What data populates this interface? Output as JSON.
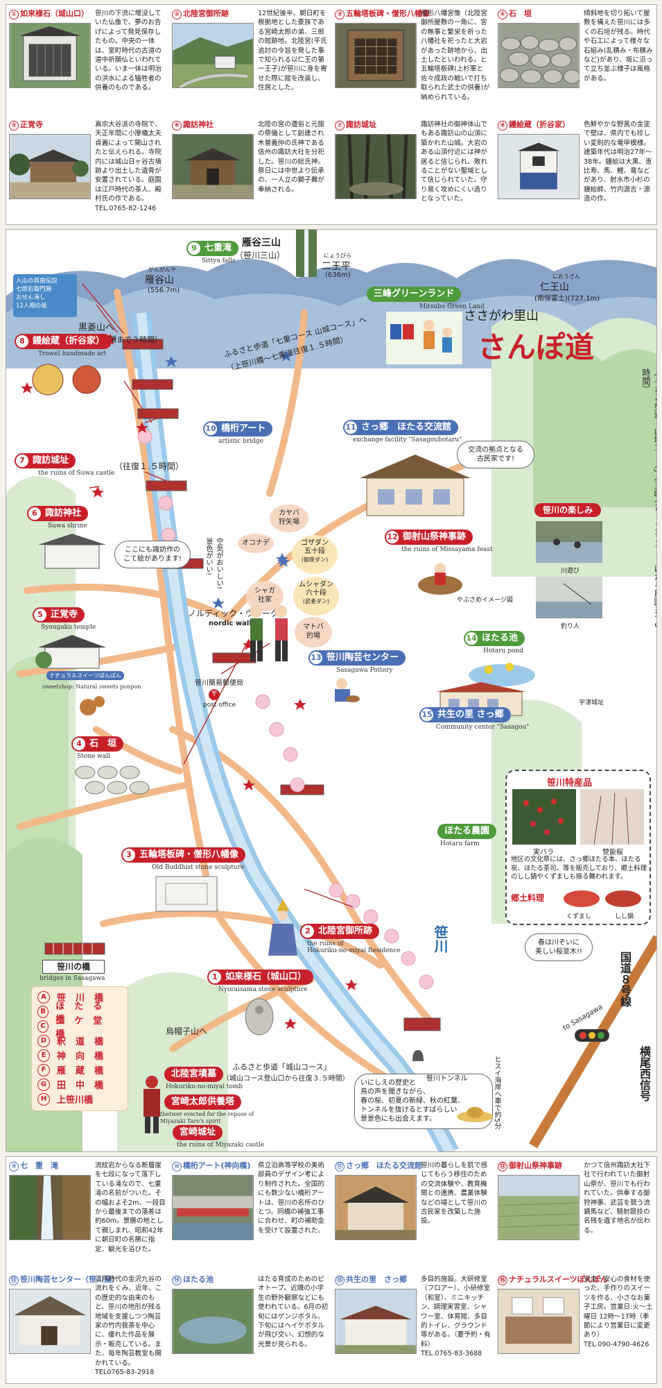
{
  "top_cards": [
    {
      "num": "①",
      "title": "如来様石（城山口）",
      "text": "笹川の下流に埋没していた仏像で、夢のお告げによって発見保存したもの。中央の一体は、室町時代の古道の道中祈願仏といわれている。いま一体は明治の洪水による犠牲者の供養のものである。"
    },
    {
      "num": "②",
      "title": "北陸宮御所跡",
      "text": "12世紀後半、朝日町を根拠地とした豪族である宮崎太郎の弟、三郎の館跡地。北陸宮(平氏追討の令旨を発した事で知られる以仁王の第一王子)が笹川に身を寄せた際に館を改装し、住居とした。"
    },
    {
      "num": "③",
      "title": "五輪塔板碑・僧形八幡像",
      "text": "僧形八幡宮像（北陸宮御所屋敷の一角に、宮の無事と繁栄を祈った八幡社を祀ったと大岩があった跡地から、出土したといわれる。と五輪塔板碑(上杉軍と佐々成政の戦いで打ち取られた武士の供養)が納められている。"
    },
    {
      "num": "④",
      "title": "石　垣",
      "text": "傾斜地を切り拓いて屋敷を構えた笹川には多くの石垣が残る。時代や石工によって様々な石組み(乱積み・布積みなど)があり、坂に沿って立ち並ぶ様子は風格がある。"
    },
    {
      "num": "⑤",
      "title": "正覚寺",
      "text": "真宗大谷派の寺院で、天正年間に小摩橋太夫貞義によって開山されたと伝えられる。寺院内には城山日ヶ谷古墳跡より出土した遺骨が安置されている。庭園は江戸時代の茶人、殿村氏の作である。",
      "tel": "TEL.0765-82-1246"
    },
    {
      "num": "⑥",
      "title": "諏訪神社",
      "text": "北陸の宮の還俗と元服の祭儀として創建され木曽義仲の氏神である信州の諏訪大社を分祀した。笹川の総氏神。祭日には中世より伝承の、一人立の獅子舞が奉納される。"
    },
    {
      "num": "⑦",
      "title": "諏訪城址",
      "text": "諏訪神社の御神体山でもある諏訪山の山頂に築かれた山城。大岩のある山頂付近には神が居ると信じられ、敗れることがない聖域として信じられていた。守り易く攻めにくい造りとなっていた。"
    },
    {
      "num": "⑧",
      "title": "鏝絵蔵（折谷家）",
      "text": "色鮮やかな野菖の金塗で壁は、県内でも珍しい変則的な竜甲模様。建築年代は明治27年～38年。鏝絵は大黒、恵比寿、馬、鯉、竜などがあり、射水市小杉の鏝絵師、竹内源吉・源造の作。"
    }
  ],
  "map": {
    "mountain_range": "雁谷三山",
    "mountain_range_sub": "（笹川三山）",
    "mt_kariya": "雁谷山",
    "mt_kariya_furigana": "がんがんや",
    "mt_kariya_h": "(556.7m)",
    "mt_nio": "二王平",
    "mt_nio_furigana": "にょうびら",
    "mt_nio_h": "(636m)",
    "mt_nioyama": "仁王山",
    "mt_nioyama_furigana": "におうざん",
    "mt_nioyama_h": "(南保富士)(727.1m)",
    "kurobishi": "黒菱山へ",
    "kurobishi_sub": "（上笹川橋から山頂まで３時間）",
    "info_box": "入山の具歯伝説\n七郎右衛門淵\nおせん滝し\n12人相の坂",
    "title_small": "ささがわ里山",
    "title_meisho": "名所",
    "title_main": "さんぽ道",
    "mitsumine": "三峰グリーンランド",
    "mitsumine_en": "Mitsubo Green Land",
    "course_yamajiro": "ふるさと歩道「七重コース 山城コース」へ",
    "course_yamajiro_sub": "（上笹川橋～七重滝往復１.５時間）",
    "course_right": "ふるさと歩道「山城コース」（三峰グリーンランド～ほたる農園まで3時間）",
    "ofuku": "（往復１.５時間）",
    "nordic": "ノルディック・ウォーク",
    "nordic_en": "nordic walk",
    "post_office": "笹川簡易郵便局",
    "post_office_en": "post office",
    "kayaba": "カヤバ\n狩矢場",
    "okonide": "オコナデ",
    "gozadan": "ゴザダン\n五十段",
    "gozadan_sub": "(御座ダン)",
    "mushadan": "ムシャダン\n六十段",
    "mushadan_sub": "(武者ダン)",
    "shaga": "シャガ\n社家",
    "matoba": "マトバ\n的場",
    "spring_voice": "空気がおいしい!\n景色がいい!",
    "bubble_suwa": "ここにも諏訪作の\nこて絵があります!",
    "bubble_kouryu": "交流の拠点となる\n古民家です!",
    "bubble_sakura": "春は川ぞいに\n美しい桜並木!!",
    "yabusame": "やぶさめイメージ図",
    "uduki": "宇津城址",
    "ebosi": "烏帽子山へ",
    "course_shiro": "ふるさと歩道「城山コース」",
    "course_shiro_sub": "（城山コース登山口から往復３.５時間）",
    "kaiwa": "いにしえの歴史と\n鳥の声を聞きながら、\n春の桜、初夏の新緑、秋の紅葉、\nトンネルを抜けるとすばらしい\n景景色にも出会えます。",
    "tunnel": "笹川トンネル",
    "hiway": "ヒスイ海岸へ車で約5分",
    "to_sasagawa": "to Sasagawa",
    "kokudo": "国道８号線",
    "yokoo": "横尾西信号",
    "tanoshimi": "笹川の楽しみ",
    "kawaasobi": "川遊び",
    "tsuri": "釣り人",
    "tokusan": "笹川特産品",
    "mibara": "実バラ",
    "ouru": "營能桜",
    "tokusan_text": "地区の文化祭には、さっ郷ほたる本、ほたる炭、ほたる茶司、等を販売しており、郷土料理のしし鍋やくずましも振る舞われます。",
    "kyodo": "郷土料理",
    "kuzumashi": "くずまし",
    "shishinabe": "しし鍋",
    "river": "笹川",
    "bridges_title": "笹川の橋",
    "bridges_en": "bridges in Sasagawa",
    "bridges": [
      {
        "l": "A",
        "n": "笹川橋"
      },
      {
        "l": "B",
        "n": "ほたる橋"
      },
      {
        "l": "C",
        "n": "二ケ堂橋"
      },
      {
        "l": "D",
        "n": "釈道橋"
      },
      {
        "l": "E",
        "n": "神向橋"
      },
      {
        "l": "F",
        "n": "雁蔵橋"
      },
      {
        "l": "G",
        "n": "田中橋"
      },
      {
        "l": "H",
        "n": "上笹川橋"
      }
    ],
    "spots": {
      "s1": {
        "n": "1",
        "name": "如来様石（城山口）",
        "en": "Nyoraisama stone sculpture"
      },
      "s2": {
        "n": "2",
        "name": "北陸宮御所跡",
        "en": "the ruins of\nHokuriku-no-miyai Residence"
      },
      "s3": {
        "n": "3",
        "name": "五輪塔板碑・僧形八幡像",
        "en": "Old Buddhist stone sculpture"
      },
      "s4": {
        "n": "4",
        "name": "石　垣",
        "en": "Stone wall"
      },
      "s5": {
        "n": "5",
        "name": "正覚寺",
        "en": "Syougaku temple"
      },
      "s6": {
        "n": "6",
        "name": "諏訪神社",
        "en": "Suwa shrine"
      },
      "s7": {
        "n": "7",
        "name": "諏訪城址",
        "en": "the ruins of Suwa castle"
      },
      "s8": {
        "n": "8",
        "name": "鏝絵蔵（折谷家）",
        "en": "Trowel handmade art"
      },
      "s9": {
        "n": "9",
        "name": "七重滝",
        "en": "Sittya falls"
      },
      "s10": {
        "n": "10",
        "name": "橋桁アート",
        "en": "artistic bridge"
      },
      "s11": {
        "n": "11",
        "name": "さっ郷　ほたる交流館",
        "en": "exchange facility \"Sasagouhotaru\""
      },
      "s12": {
        "n": "12",
        "name": "御射山祭神事跡",
        "en": "the ruins of Missayama feast"
      },
      "s13": {
        "n": "13",
        "name": "笹川陶芸センター",
        "en": "Sasagawa Pottery"
      },
      "s14": {
        "n": "14",
        "name": "ほたる池",
        "en": "Hotaru pond"
      },
      "s15": {
        "n": "15",
        "name": "共生の里 さっ郷",
        "en": "Community center \"Sasagou\""
      },
      "hotaru_farm": {
        "name": "ほたる農園",
        "en": "Hotaru farm"
      },
      "ponpon": {
        "name": "ナチュラルスイーツぽんぽん",
        "en": "sweetshop: Natural sweets ponpon"
      },
      "kofun": {
        "name": "北陸宮墳墓",
        "en": "Hokuriku-no-miyai tomb"
      },
      "kuyoto": {
        "name": "宮崎太郎供養塔",
        "en": "thetwer erected for the repose of Miyazaki Taro's spirit"
      },
      "miyazaki": {
        "name": "宮崎城址",
        "en": "the ruins of Miyazaki castle"
      }
    }
  },
  "bottom_cards": [
    {
      "num": "⑨",
      "title": "七　重　滝",
      "color": "blue",
      "text": "流紋岩からなる断層崖を七段になって落下している滝なので、七重滝の名前がついた。その幅およそ2m、一段目から最後までの落差は約60m。景勝の地として親しまれ、昭和42年に朝日町の名勝に指定、観光を浴びた。"
    },
    {
      "num": "⑩",
      "title": "橋桁アート(神向橋)",
      "color": "blue",
      "text": "県立泊高等学校の美術部員のデザイン考により制作された。全国的にも数少ない橋桁アートは、笹川の名所のひとつ。同橋の補強工事に合わせ、町の補助金を受けて設置された。"
    },
    {
      "num": "⑪",
      "title": "さっ郷　ほたる交流館",
      "color": "blue",
      "text": "笹川の暮らしを肌で感じてもらう移住のための交流体験や、教育機関との連携、農業体験などの場として笹川の古民家を改築した施設。"
    },
    {
      "num": "⑫",
      "title": "御射山祭神事跡",
      "color": "red",
      "text": "かつて信州諏訪大社下社で行われていた御射山祭が、笹川でも行われていた。供奉する御狩神事、武芸を競う流鏑馬など、騎射競技の名残を遺す地名が伝わる。"
    },
    {
      "num": "⑬",
      "title": "笹川陶芸センター（笹川窯）",
      "color": "blue",
      "text": "江戸時代の金沢九谷の流れをくみ、近年、この歴史的な由来のもと、笹川の地形が残る地域を支援しつつ陶芸家の竹内我茶を中心に、優れた作品を展示・販売している。また、毎年陶芸教室も開かれている。",
      "tel": "TEL0765-83-2918"
    },
    {
      "num": "⑭",
      "title": "ほたる池",
      "color": "blue",
      "text": "ほたる育成のためのビオトープ。近隣の小学生の野外観察などにも使われている。6月の初旬にはゲンジボタル、下旬にはヘイケボタルが飛び交い、幻想的な光景が見られる。"
    },
    {
      "num": "⑮",
      "title": "共生の里　さっ郷",
      "color": "blue",
      "text": "多目的施設。大研修室（フロアー）、小研修室（和室）、ミニキッチン、調理実習室、シャワー室、体育館、多目的トイレ、グラウンド等がある。（要予約・有料）",
      "tel": "TEL.0765-83-3688"
    },
    {
      "num": "⑯",
      "title": "ナチュラルスイーツぽんぽん",
      "color": "blue",
      "text": "安全・安心の食材を使った、手作りのスイーツを作る、小さなお菓子工房。営業日:火～土曜日 12時～17時（季節により営業日に変更あり）",
      "tel": "TEL.090-4790-4626"
    }
  ]
}
